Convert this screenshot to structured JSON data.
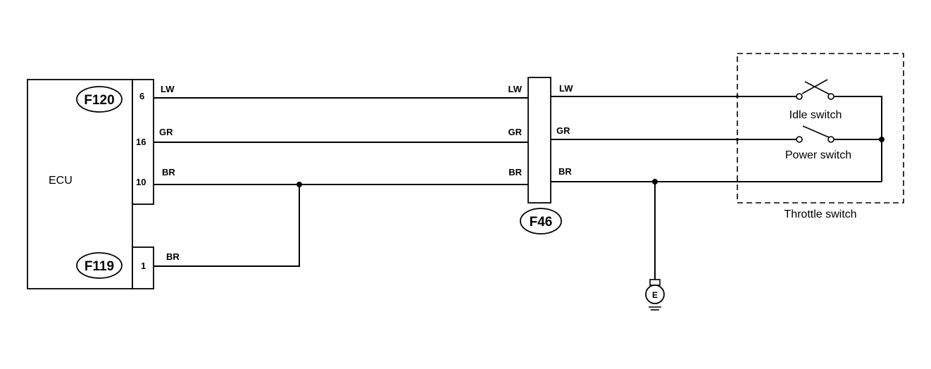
{
  "ecu": {
    "label": "ECU"
  },
  "connectors": {
    "f120": "F120",
    "f119": "F119",
    "f46": "F46"
  },
  "pins": {
    "p6": "6",
    "p16": "16",
    "p10": "10",
    "p1": "1"
  },
  "wires": {
    "left_lw": "LW",
    "left_gr": "GR",
    "left_br": "BR",
    "mid_left_lw": "LW",
    "mid_left_gr": "GR",
    "mid_left_br": "BR",
    "mid_right_lw": "LW",
    "mid_right_gr": "GR",
    "mid_right_br": "BR",
    "f119_br": "BR"
  },
  "switches": {
    "idle": "Idle switch",
    "power": "Power switch",
    "throttle": "Throttle switch"
  },
  "ground": {
    "label": "E"
  }
}
